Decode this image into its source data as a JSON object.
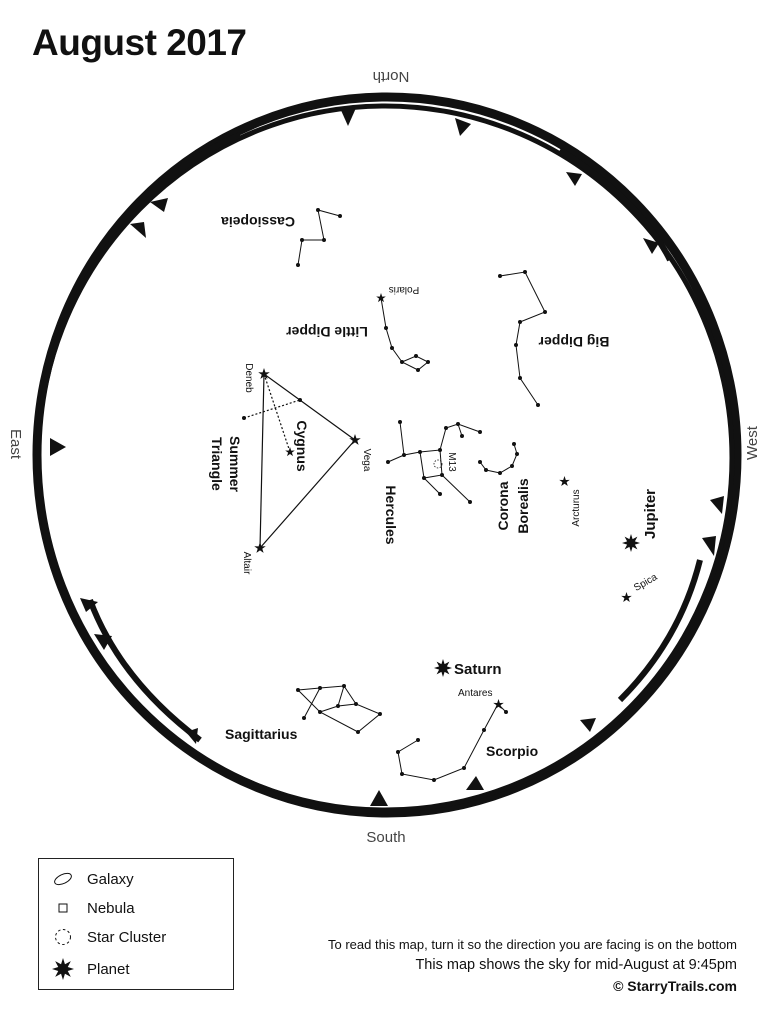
{
  "title": "August 2017",
  "directions": {
    "north": "North",
    "south": "South",
    "east": "East",
    "west": "West"
  },
  "constellations": {
    "cassiopeia": "Cassiopeia",
    "little_dipper": "Little Dipper",
    "big_dipper": "Big Dipper",
    "cygnus": "Cygnus",
    "summer_triangle_line1": "Summer",
    "summer_triangle_line2": "Triangle",
    "hercules": "Hercules",
    "corona_borealis_line1": "Corona",
    "corona_borealis_line2": "Borealis",
    "sagittarius": "Sagittarius",
    "scorpio": "Scorpio"
  },
  "stars": {
    "polaris": "Polaris",
    "deneb": "Deneb",
    "vega": "Vega",
    "altair": "Altair",
    "arcturus": "Arcturus",
    "spica": "Spica",
    "antares": "Antares",
    "m13": "M13"
  },
  "planets": {
    "jupiter": "Jupiter",
    "saturn": "Saturn"
  },
  "legend": {
    "items": [
      {
        "symbol": "galaxy-icon",
        "label": "Galaxy"
      },
      {
        "symbol": "nebula-icon",
        "label": "Nebula"
      },
      {
        "symbol": "star-cluster-icon",
        "label": "Star Cluster"
      },
      {
        "symbol": "planet-icon",
        "label": "Planet"
      }
    ]
  },
  "notes": {
    "line1": "To read this map, turn it so the direction you are facing is on the bottom",
    "line2": "This map shows the sky for mid-August at 9:45pm",
    "copyright": "© StarryTrails.com"
  },
  "colors": {
    "ink": "#111111",
    "background": "#ffffff"
  }
}
